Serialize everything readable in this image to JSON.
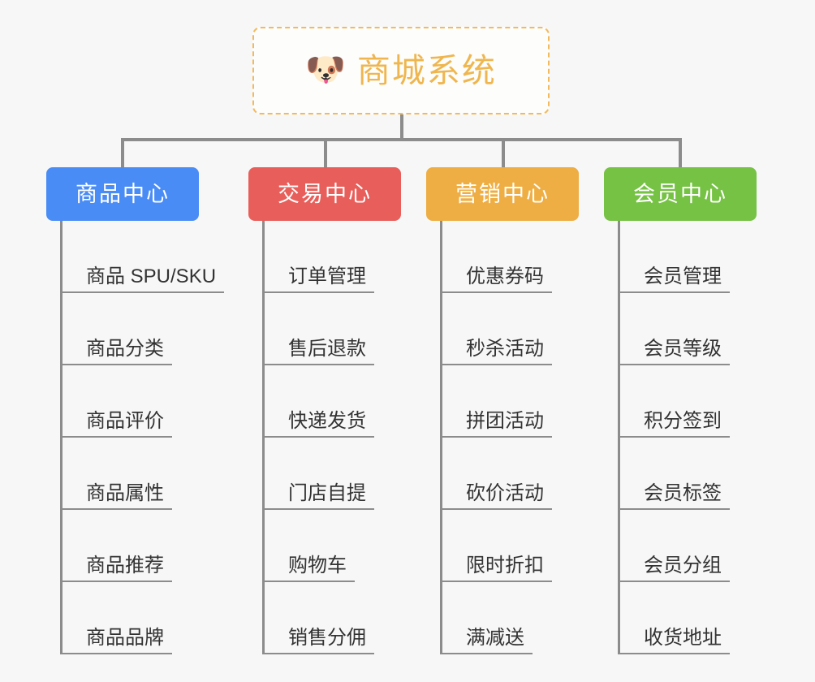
{
  "root": {
    "icon": "dog-face-icon",
    "icon_glyph": "🐶",
    "title": "商城系统",
    "border_color": "#f2ba5c",
    "text_color": "#efb64f"
  },
  "columns": [
    {
      "id": "product-center",
      "label": "商品中心",
      "color": "#4a8cf5",
      "items": [
        {
          "label": "商品 SPU/SKU"
        },
        {
          "label": "商品分类"
        },
        {
          "label": "商品评价"
        },
        {
          "label": "商品属性"
        },
        {
          "label": "商品推荐"
        },
        {
          "label": "商品品牌"
        }
      ]
    },
    {
      "id": "trade-center",
      "label": "交易中心",
      "color": "#e85e5a",
      "items": [
        {
          "label": "订单管理"
        },
        {
          "label": "售后退款"
        },
        {
          "label": "快递发货"
        },
        {
          "label": "门店自提"
        },
        {
          "label": "购物车"
        },
        {
          "label": "销售分佣"
        }
      ]
    },
    {
      "id": "marketing-center",
      "label": "营销中心",
      "color": "#eeae43",
      "items": [
        {
          "label": "优惠券码"
        },
        {
          "label": "秒杀活动"
        },
        {
          "label": "拼团活动"
        },
        {
          "label": "砍价活动"
        },
        {
          "label": "限时折扣"
        },
        {
          "label": "满减送"
        }
      ]
    },
    {
      "id": "member-center",
      "label": "会员中心",
      "color": "#76c244",
      "items": [
        {
          "label": "会员管理"
        },
        {
          "label": "会员等级"
        },
        {
          "label": "积分签到"
        },
        {
          "label": "会员标签"
        },
        {
          "label": "会员分组"
        },
        {
          "label": "收货地址"
        }
      ]
    }
  ],
  "theme": {
    "background": "#f7f7f7",
    "connector_color": "#8c8c8c",
    "leaf_text_color": "#333333"
  }
}
